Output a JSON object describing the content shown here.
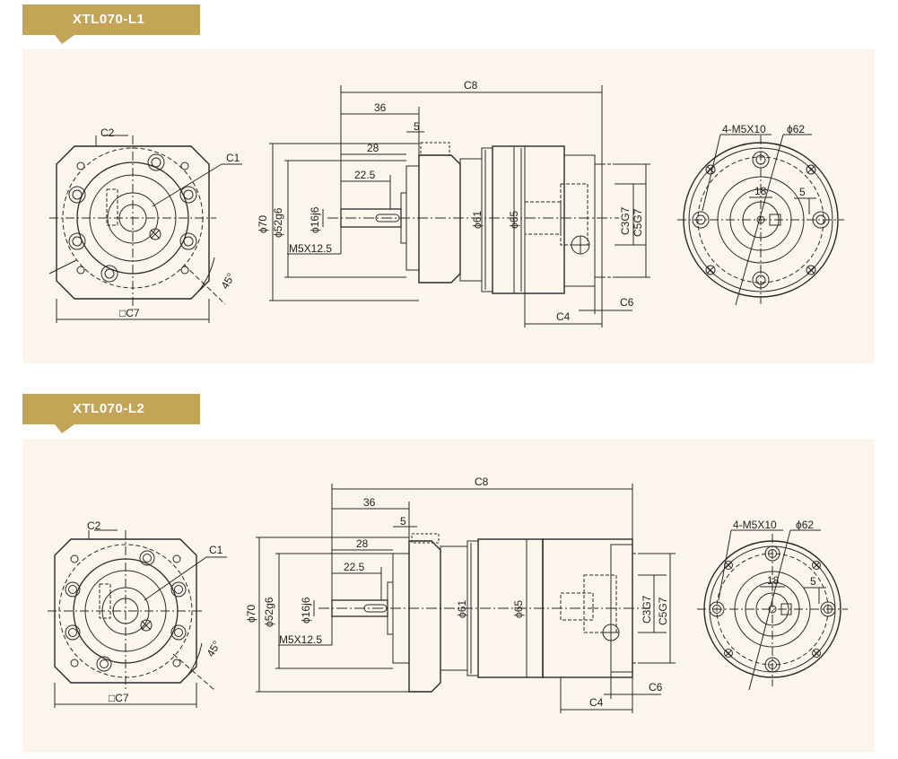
{
  "colors": {
    "accent": "#c4a456",
    "panel_bg": "#fbf5ec",
    "line": "#2a2a2a"
  },
  "sections": [
    {
      "title": "XTL070-L1",
      "front": {
        "c2": "C2",
        "c1": "C1",
        "c7": "□C7",
        "angle": "45°"
      },
      "side": {
        "c8": "C8",
        "d36": "36",
        "d5": "5",
        "d28": "28",
        "d225": "22.5",
        "phi70": "ϕ70",
        "phi52": "ϕ52g6",
        "phi16": "ϕ16j6",
        "m5": "M5X12.5",
        "phi61": "ϕ61",
        "phi65": "ϕ65",
        "c3": "C3G7",
        "c5": "C5G7",
        "c6": "C6",
        "c4": "C4"
      },
      "rear": {
        "m5x10": "4-M5X10",
        "phi62": "ϕ62",
        "d18": "18",
        "d5": "5"
      }
    },
    {
      "title": "XTL070-L2",
      "front": {
        "c2": "C2",
        "c1": "C1",
        "c7": "□C7",
        "angle": "45°"
      },
      "side": {
        "c8": "C8",
        "d36": "36",
        "d5": "5",
        "d28": "28",
        "d225": "22.5",
        "phi70": "ϕ70",
        "phi52": "ϕ52g6",
        "phi16": "ϕ16j6",
        "m5": "M5X12.5",
        "phi61": "ϕ61",
        "phi65": "ϕ65",
        "c3": "C3G7",
        "c5": "C5G7",
        "c6": "C6",
        "c4": "C4"
      },
      "rear": {
        "m5x10": "4-M5X10",
        "phi62": "ϕ62",
        "d18": "18",
        "d5": "5"
      }
    }
  ]
}
